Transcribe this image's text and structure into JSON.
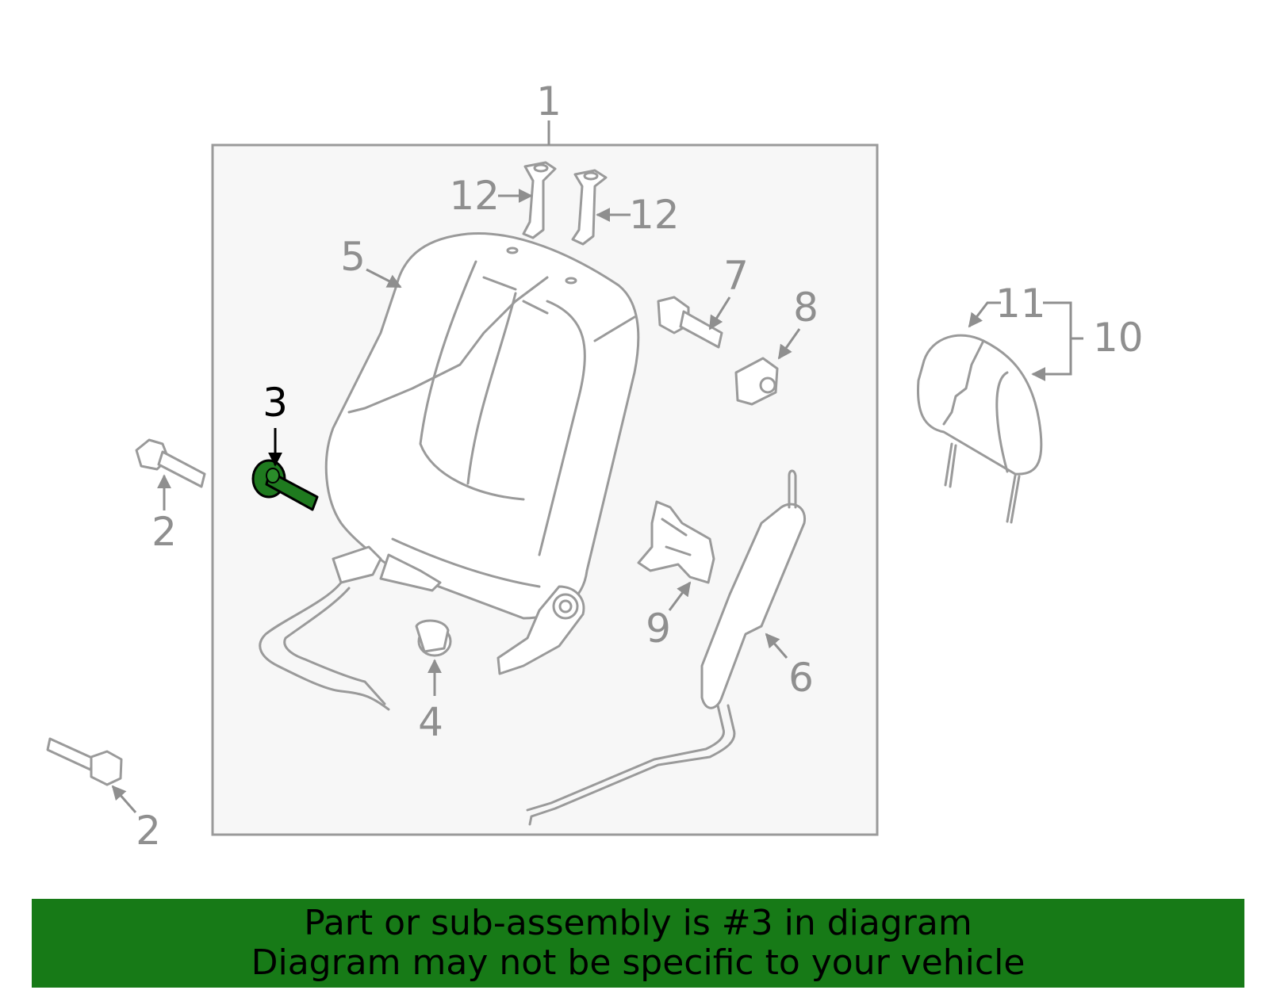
{
  "diagram": {
    "callouts": {
      "c1": "1",
      "c2a": "2",
      "c2b": "2",
      "c3": "3",
      "c4": "4",
      "c5": "5",
      "c6": "6",
      "c7": "7",
      "c8": "8",
      "c9": "9",
      "c10": "10",
      "c11": "11",
      "c12a": "12",
      "c12b": "12"
    },
    "highlighted_part": "3",
    "colors": {
      "highlight": "#1f7a1f",
      "outline": "#9a9a9a",
      "box_fill": "#f7f7f7",
      "banner": "#177a17"
    }
  },
  "banner": {
    "line1": "Part or sub-assembly is #3 in diagram",
    "line2": "Diagram may not be specific to your vehicle"
  }
}
